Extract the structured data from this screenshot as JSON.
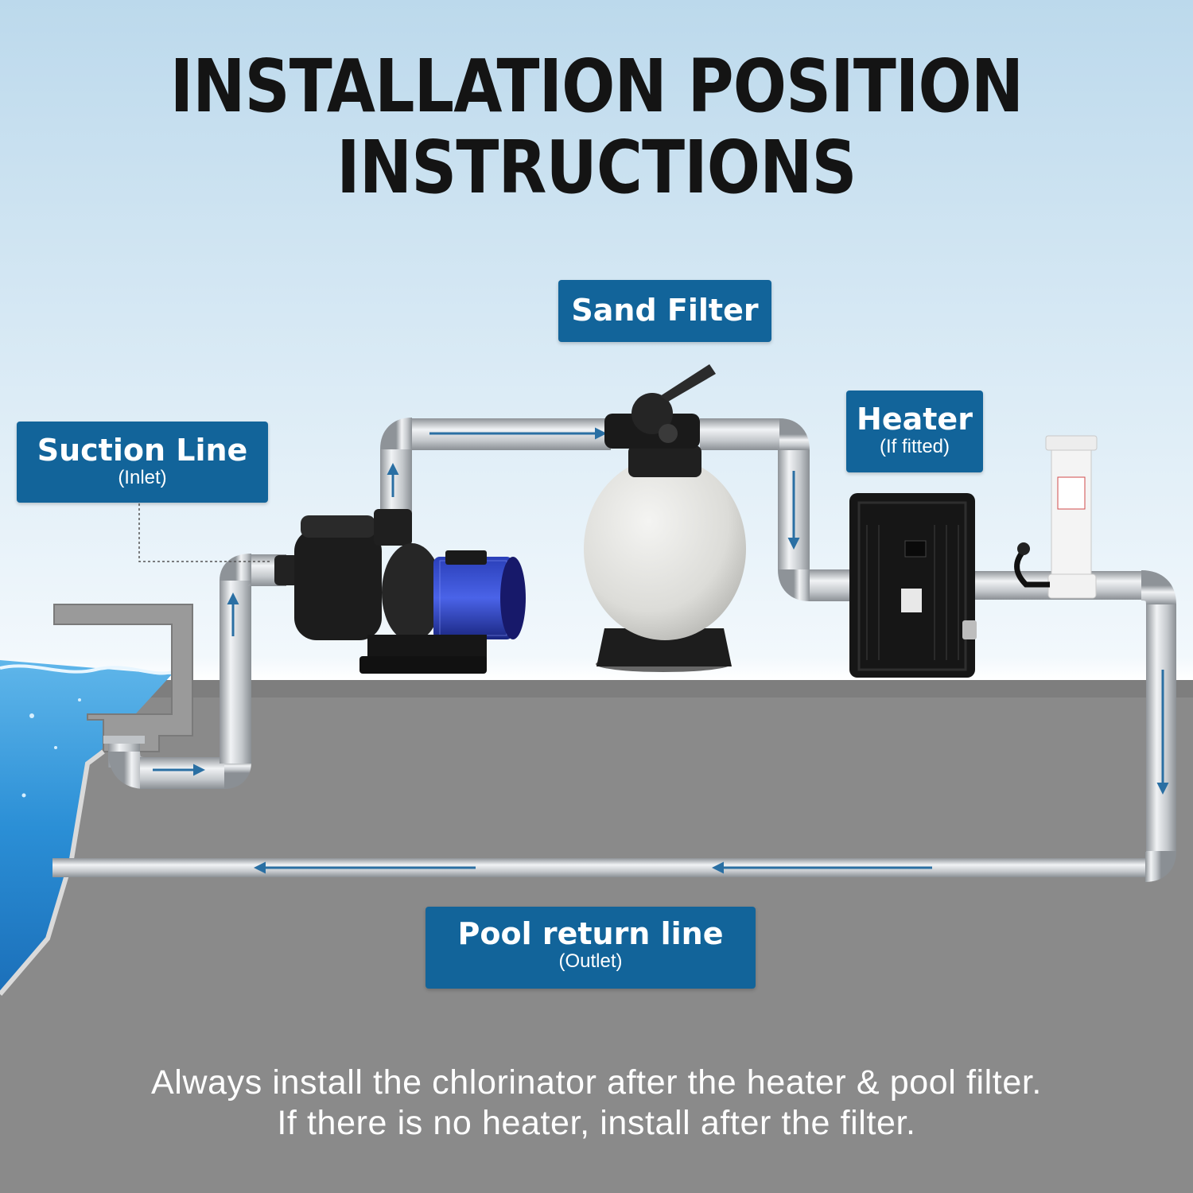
{
  "title": {
    "line1": "INSTALLATION POSITION",
    "line2": "INSTRUCTIONS"
  },
  "labels": {
    "sand_filter": {
      "main": "Sand Filter"
    },
    "suction_line": {
      "main": "Suction Line",
      "sub": "(Inlet)"
    },
    "heater": {
      "main": "Heater",
      "sub": "(If fitted)"
    },
    "pool_return": {
      "main": "Pool return line",
      "sub": "(Outlet)"
    }
  },
  "note": {
    "line1": "Always install the chlorinator after the heater & pool filter.",
    "line2": "If there is no heater, install after the filter."
  },
  "colors": {
    "label_bg": "#12649a",
    "flow_arrow": "#2a6fa3",
    "pipe": "#c3c7cb",
    "ground": "#8a8a8a"
  },
  "icons": [
    "pool-water",
    "pump",
    "sand-filter",
    "heater-unit",
    "chlorinator",
    "flow-arrow"
  ]
}
